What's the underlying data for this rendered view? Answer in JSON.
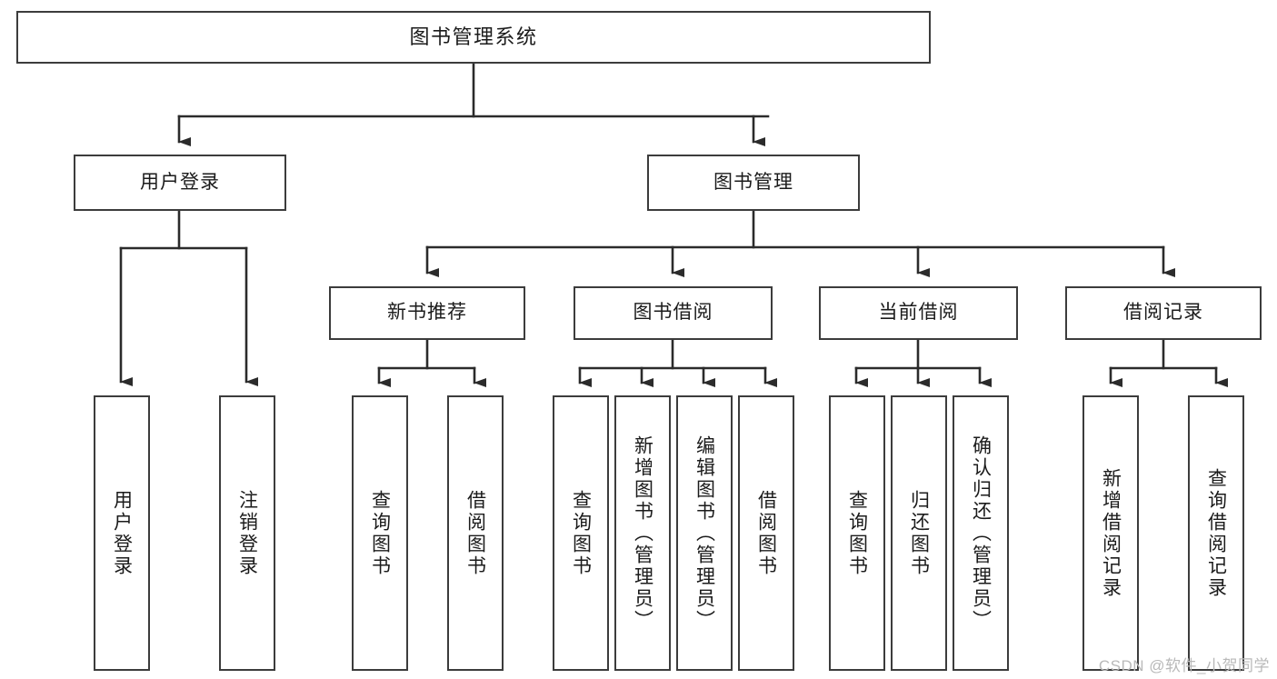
{
  "diagram": {
    "title": "图书管理系统",
    "type": "tree",
    "colors": {
      "border": "#3c3c3c",
      "background": "#ffffff",
      "text": "#1b1b1b",
      "edge": "#2b2b2b",
      "watermark": "#b9b9b9"
    },
    "root": {
      "label": "图书管理系统"
    },
    "level1": [
      {
        "label": "用户登录"
      },
      {
        "label": "图书管理"
      }
    ],
    "level2": [
      {
        "label": "新书推荐"
      },
      {
        "label": "图书借阅"
      },
      {
        "label": "当前借阅"
      },
      {
        "label": "借阅记录"
      }
    ],
    "leaves": {
      "user_login": [
        {
          "label": "用户登录"
        },
        {
          "label": "注销登录"
        }
      ],
      "new_book_recommend": [
        {
          "label": "查询图书"
        },
        {
          "label": "借阅图书"
        }
      ],
      "book_borrow": [
        {
          "label": "查询图书"
        },
        {
          "label": "新增图书（管理员）"
        },
        {
          "label": "编辑图书（管理员）"
        },
        {
          "label": "借阅图书"
        }
      ],
      "current_borrow": [
        {
          "label": "查询图书"
        },
        {
          "label": "归还图书"
        },
        {
          "label": "确认归还（管理员）"
        }
      ],
      "borrow_record": [
        {
          "label": "新增借阅记录"
        },
        {
          "label": "查询借阅记录"
        }
      ]
    }
  },
  "watermark": {
    "text": "CSDN @软件_小贺同学"
  }
}
